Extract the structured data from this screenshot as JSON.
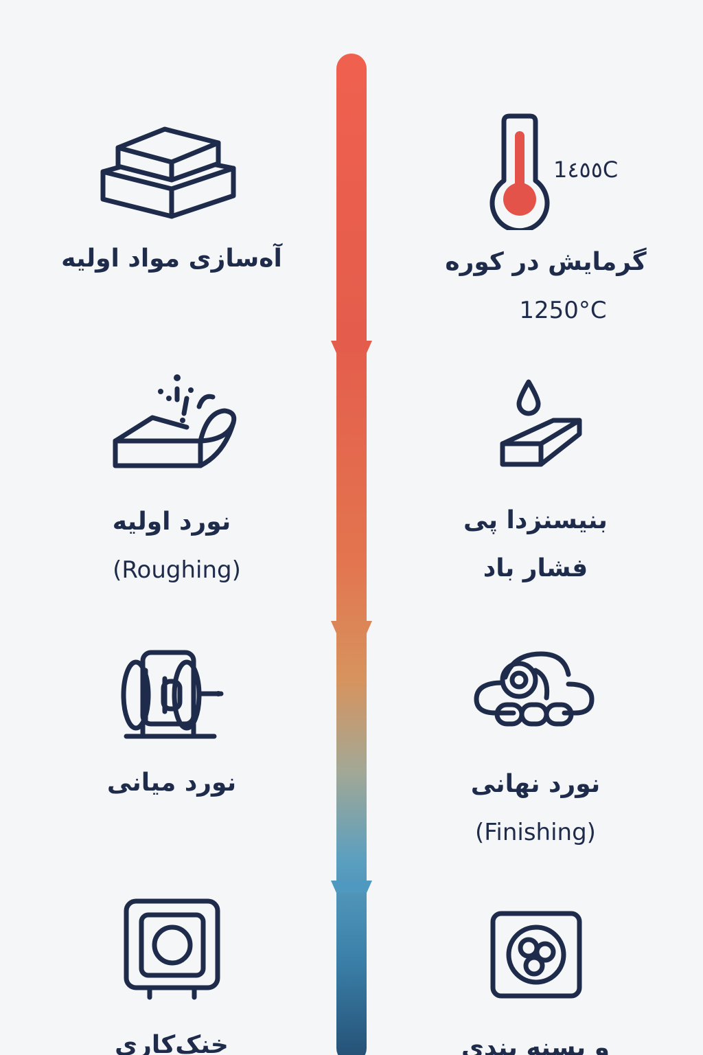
{
  "steps": {
    "prep": {
      "label": "آه‌سازی مواد اولیه",
      "icon": "stacked-slabs-icon"
    },
    "heating": {
      "label": "گرمایش در کوره",
      "temp": "1250°C",
      "thermo_reading": "1٤٥٥C",
      "icon": "thermometer-icon"
    },
    "roughing": {
      "label": "نورد اولیه",
      "sub": "(Roughing)",
      "icon": "rough-rolling-icon"
    },
    "descaling": {
      "label": "بنیسنزدا پی",
      "sub": "فشار باد",
      "icon": "water-drop-slab-icon"
    },
    "intermediate": {
      "label": "نورد میانی",
      "icon": "roller-mill-icon"
    },
    "finishing": {
      "label": "نورد نهانی",
      "sub": "(Finishing)",
      "icon": "coil-rolls-icon"
    },
    "cooling": {
      "label": "خنک‌کاری",
      "icon": "cooling-unit-icon"
    },
    "coiling": {
      "label": "و پسنه بندی",
      "icon": "coiling-fan-icon"
    }
  },
  "colors": {
    "timeline_top": "#f0604f",
    "timeline_mid": "#e3744f",
    "timeline_bottom": "#244e73",
    "icon_stroke": "#1e2b4a",
    "thermo_fill": "#e4534a"
  }
}
